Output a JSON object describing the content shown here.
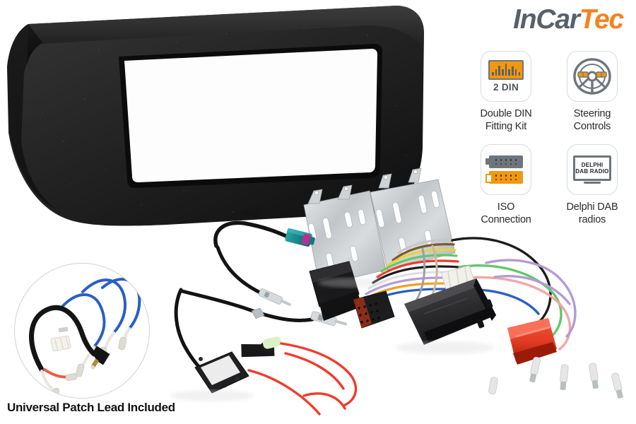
{
  "brand": {
    "part1": "InCar",
    "part2": "Tec",
    "color_dark": "#58606a",
    "color_accent": "#f58220"
  },
  "features": [
    {
      "id": "double-din",
      "label": "Double DIN\nFitting Kit",
      "badge": "2 DIN",
      "icon": "double-din-icon"
    },
    {
      "id": "steering-controls",
      "label": "Steering\nControls",
      "badge": "",
      "icon": "steering-wheel-icon"
    },
    {
      "id": "iso-connection",
      "label": "ISO\nConnection",
      "badge": "",
      "icon": "iso-connector-icon"
    },
    {
      "id": "delphi-dab",
      "label": "Delphi DAB\nradios",
      "badge": "",
      "icon": "delphi-radio-icon",
      "screen_line1": "DELPHI",
      "screen_line2": "DAB RADIO"
    }
  ],
  "patch_lead": {
    "caption": "Universal Patch Lead Included"
  },
  "palette": {
    "fascia_black": "#1c1c1c",
    "fascia_black_light": "#3a3a3a",
    "metal_silver": "#c9ccce",
    "accent_orange": "#f2970f",
    "grey_icon": "#6e757c",
    "connector_red": "#e8402a",
    "wire_purple": "#b49ad6",
    "wire_green": "#63c76a",
    "wire_pink": "#f2a6a6",
    "wire_blue": "#2a5fc4",
    "fakra_teal": "#1f8f94"
  },
  "products": [
    {
      "name": "double-din-fascia-panel"
    },
    {
      "name": "metal-mounting-bracket-left"
    },
    {
      "name": "metal-mounting-bracket-right"
    },
    {
      "name": "fakra-antenna-adapter"
    },
    {
      "name": "din-antenna-adapter-cable"
    },
    {
      "name": "antenna-amplifier-module"
    },
    {
      "name": "inline-fuse-holder"
    },
    {
      "name": "iso-wiring-harness"
    },
    {
      "name": "steering-control-interface-box"
    },
    {
      "name": "red-connector-block"
    },
    {
      "name": "universal-patch-lead"
    }
  ]
}
